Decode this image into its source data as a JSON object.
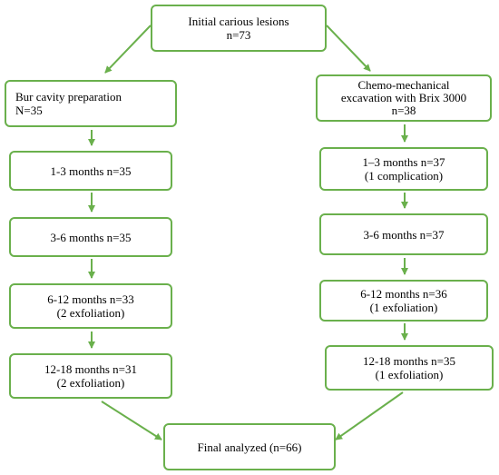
{
  "colors": {
    "stroke": "#6ab04c",
    "text": "#000000",
    "background": "#ffffff"
  },
  "nodes": {
    "initial": {
      "line1": "Initial carious lesions",
      "line2": "n=73"
    },
    "bur": {
      "line1": "Bur cavity preparation",
      "line2": "N=35"
    },
    "chemo": {
      "line1": "Chemo-mechanical",
      "line2": "excavation with Brix 3000",
      "line3": "n=38"
    },
    "bur_1_3": {
      "line1": "1-3 months n=35"
    },
    "bur_3_6": {
      "line1": "3-6 months n=35"
    },
    "bur_6_12": {
      "line1": "6-12 months n=33",
      "line2": "(2  exfoliation)"
    },
    "bur_12_18": {
      "line1": "12-18 months n=31",
      "line2": "(2 exfoliation)"
    },
    "chemo_1_3": {
      "line1": "1–3 months n=37",
      "line2": "(1 complication)"
    },
    "chemo_3_6": {
      "line1": "3-6 months n=37"
    },
    "chemo_6_12": {
      "line1": "6-12 months n=36",
      "line2": "(1 exfoliation)"
    },
    "chemo_12_18": {
      "line1": "12-18 months n=35",
      "line2": "(1 exfoliation)"
    },
    "final": {
      "line1": "Final analyzed (n=66)"
    }
  }
}
